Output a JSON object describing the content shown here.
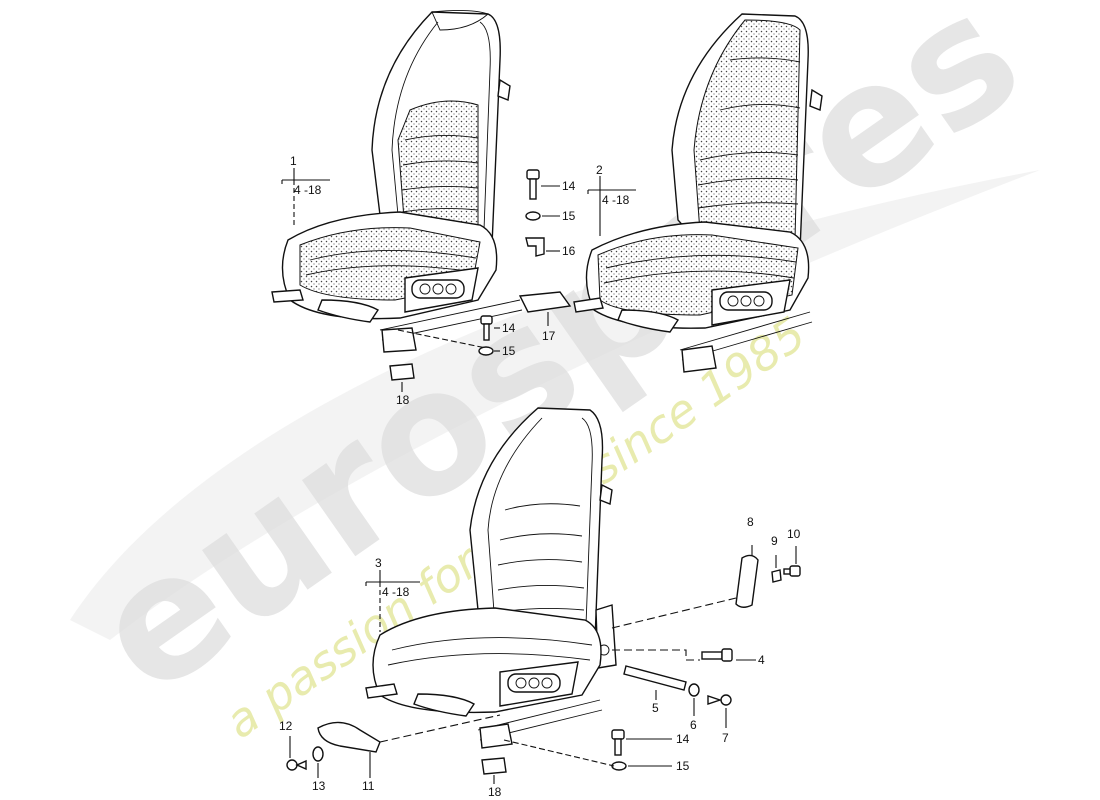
{
  "diagram": {
    "watermark": {
      "logo_text": "eurospares",
      "tagline": "a passion for parts since 1985",
      "logo_color": "#dedede",
      "tagline_color": "#e6e9a6"
    },
    "line_color": "#111111",
    "callouts": {
      "c1": "1",
      "c1_range": "4 -18",
      "c2": "2",
      "c2_range": "4 -18",
      "c3": "3",
      "c3_range": "4 -18",
      "c4": "4",
      "c5": "5",
      "c6": "6",
      "c7": "7",
      "c8": "8",
      "c9": "9",
      "c10": "10",
      "c11": "11",
      "c12": "12",
      "c13": "13",
      "c14a": "14",
      "c14b": "14",
      "c14c": "14",
      "c15a": "15",
      "c15b": "15",
      "c15c": "15",
      "c16": "16",
      "c17": "17",
      "c18a": "18",
      "c18b": "18"
    }
  }
}
